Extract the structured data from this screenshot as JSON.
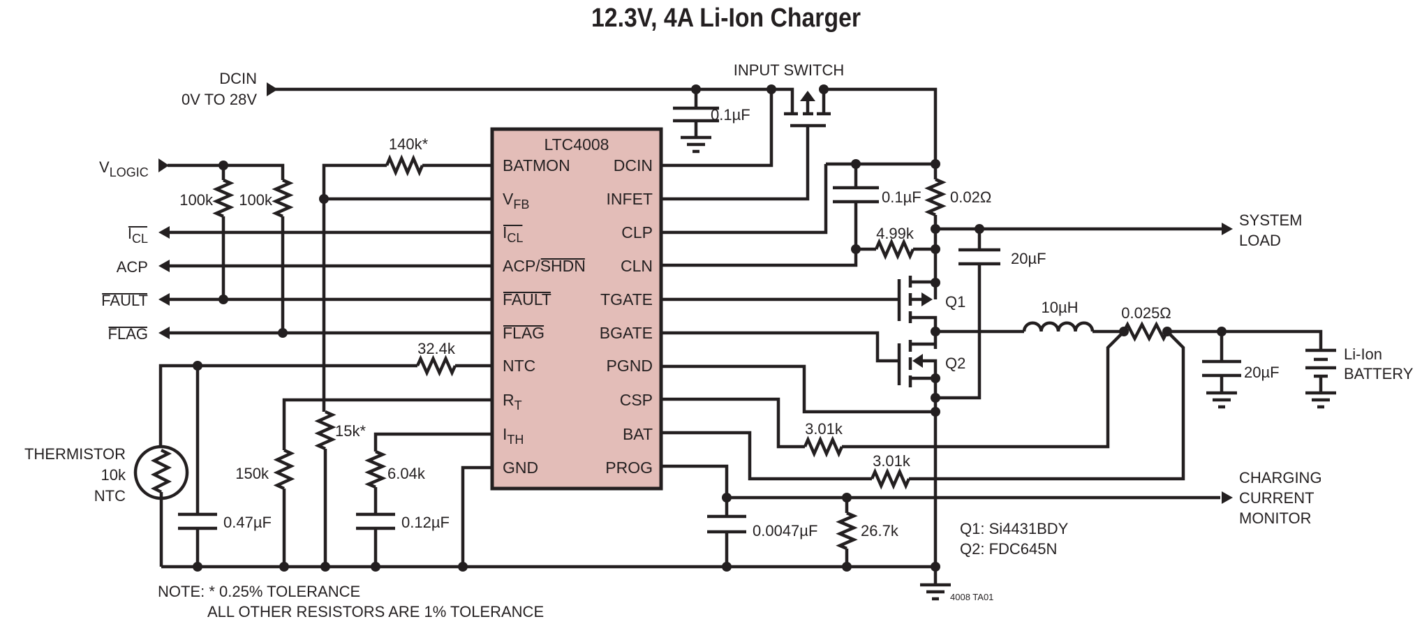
{
  "title": "12.3V, 4A Li-Ion Charger",
  "ic": {
    "name": "LTC4008",
    "left_pins": [
      {
        "label": "BATMON",
        "sub": "",
        "overbar": false
      },
      {
        "label": "V",
        "sub": "FB",
        "overbar": false
      },
      {
        "label": "I",
        "sub": "CL",
        "overbar": true
      },
      {
        "label": "ACP/",
        "suffix": "SHDN",
        "overbar_suffix": true
      },
      {
        "label": "FAULT",
        "sub": "",
        "overbar": true
      },
      {
        "label": "FLAG",
        "sub": "",
        "overbar": true
      },
      {
        "label": "NTC",
        "sub": "",
        "overbar": false
      },
      {
        "label": "R",
        "sub": "T",
        "overbar": false
      },
      {
        "label": "I",
        "sub": "TH",
        "overbar": false
      },
      {
        "label": "GND",
        "sub": "",
        "overbar": false
      }
    ],
    "right_pins": [
      "DCIN",
      "INFET",
      "CLP",
      "CLN",
      "TGATE",
      "BGATE",
      "PGND",
      "CSP",
      "BAT",
      "PROG"
    ]
  },
  "ports": {
    "dcin": {
      "line1": "DCIN",
      "line2": "0V TO 28V"
    },
    "vlogic": {
      "main": "V",
      "sub": "LOGIC"
    },
    "outputs_left": [
      {
        "label": "I",
        "sub": "CL",
        "overbar": true
      },
      {
        "label": "ACP",
        "sub": "",
        "overbar": false
      },
      {
        "label": "FAULT",
        "sub": "",
        "overbar": true
      },
      {
        "label": "FLAG",
        "sub": "",
        "overbar": true
      }
    ],
    "system_load": [
      "SYSTEM",
      "LOAD"
    ],
    "charging_monitor": [
      "CHARGING",
      "CURRENT",
      "MONITOR"
    ],
    "battery": [
      "Li-Ion",
      "BATTERY"
    ],
    "thermistor": [
      "THERMISTOR",
      "10k",
      "NTC"
    ]
  },
  "components": {
    "input_switch_label": "INPUT SWITCH",
    "c_dcin": "0.1µF",
    "r_batmon": "140k*",
    "r_pullup1": "100k",
    "r_pullup2": "100k",
    "r_ntc": "32.4k",
    "r_vfb": "15k*",
    "r_rt": "150k",
    "c_ntc": "0.47µF",
    "r_ith": "6.04k",
    "c_ith": "0.12µF",
    "c_clp": "0.1µF",
    "r_sense_in": "0.02Ω",
    "r_cln": "4.99k",
    "c_sys": "20µF",
    "q1": "Q1",
    "q2": "Q2",
    "inductor": "10µH",
    "r_sense_bat": "0.025Ω",
    "c_bat": "20µF",
    "r_csp": "3.01k",
    "r_bat": "3.01k",
    "c_prog": "0.0047µF",
    "r_prog": "26.7k"
  },
  "notes": {
    "parts": [
      "Q1: Si4431BDY",
      "Q2: FDC645N"
    ],
    "tolerance_line1": "NOTE: * 0.25% TOLERANCE",
    "tolerance_line2": "ALL OTHER RESISTORS ARE 1% TOLERANCE",
    "figure_id": "4008 TA01"
  },
  "colors": {
    "ic_fill": "#e3bdb8",
    "ink": "#231f20"
  }
}
